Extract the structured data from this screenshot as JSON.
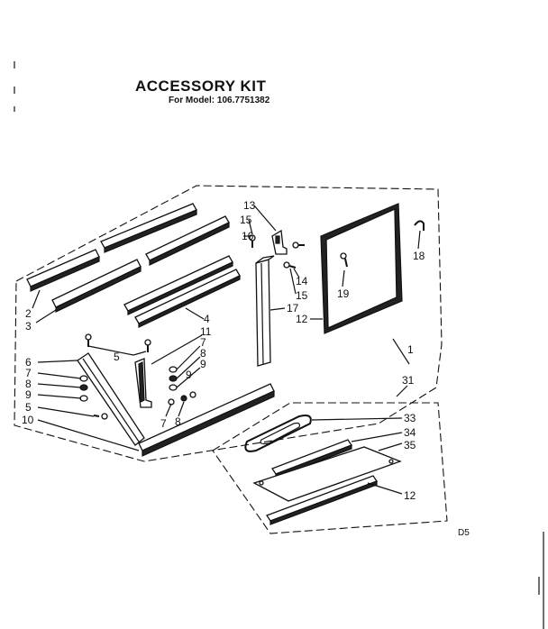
{
  "header": {
    "title": "ACCESSORY KIT",
    "model_line": "For Model: 106.7751382"
  },
  "callouts": {
    "n2": "2",
    "n3": "3",
    "n4": "4",
    "n5a": "5",
    "n5b": "5",
    "n6": "6",
    "n7a": "7",
    "n7b": "7",
    "n7c": "7",
    "n8a": "8",
    "n8b": "8",
    "n8c": "8",
    "n9a": "9",
    "n9b": "9",
    "n9c": "9",
    "n10": "10",
    "n11": "11",
    "n12a": "12",
    "n12b": "12",
    "n13": "13",
    "n14": "14",
    "n15a": "15",
    "n15b": "15",
    "n16": "16",
    "n17": "17",
    "n18": "18",
    "n19": "19",
    "n1": "1",
    "n31": "31",
    "n33": "33",
    "n34": "34",
    "n35": "35"
  },
  "footer_code": "D5"
}
